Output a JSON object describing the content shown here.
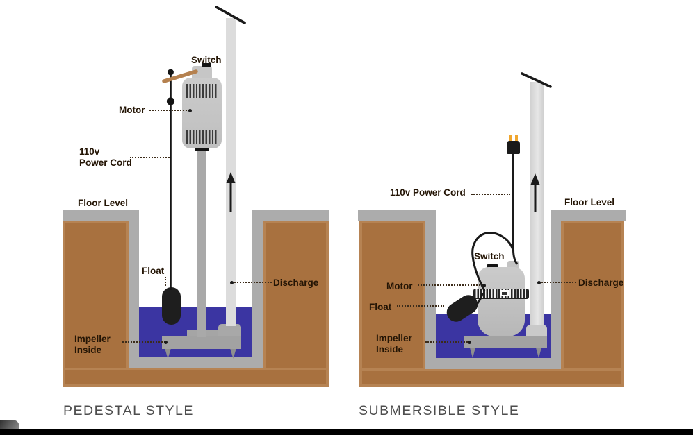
{
  "pedestal": {
    "title": "PEDESTAL STYLE",
    "labels": {
      "switch": "Switch",
      "motor": "Motor",
      "power_cord_l1": "110v",
      "power_cord_l2": "Power Cord",
      "floor_level": "Floor Level",
      "float": "Float",
      "discharge": "Discharge",
      "impeller_l1": "Impeller",
      "impeller_l2": "Inside"
    }
  },
  "submersible": {
    "title": "SUBMERSIBLE STYLE",
    "labels": {
      "power_cord": "110v Power Cord",
      "floor_level": "Floor Level",
      "switch": "Switch",
      "motor": "Motor",
      "float": "Float",
      "discharge": "Discharge",
      "impeller_l1": "Impeller",
      "impeller_l2": "Inside"
    }
  },
  "colors": {
    "soil_brown": "#a8713f",
    "concrete_gray": "#acacac",
    "water_blue": "#3b35a2",
    "pump_body_gray": "#c7c7c7",
    "base_gray": "#a2a2a2",
    "pipe_gray": "#dcdcdc",
    "cord_black": "#1a1a1a",
    "plug_prong_orange": "#f0a62e",
    "lever_tan": "#b5814f",
    "label_text": "#241505",
    "title_text": "#4d4d4d"
  }
}
